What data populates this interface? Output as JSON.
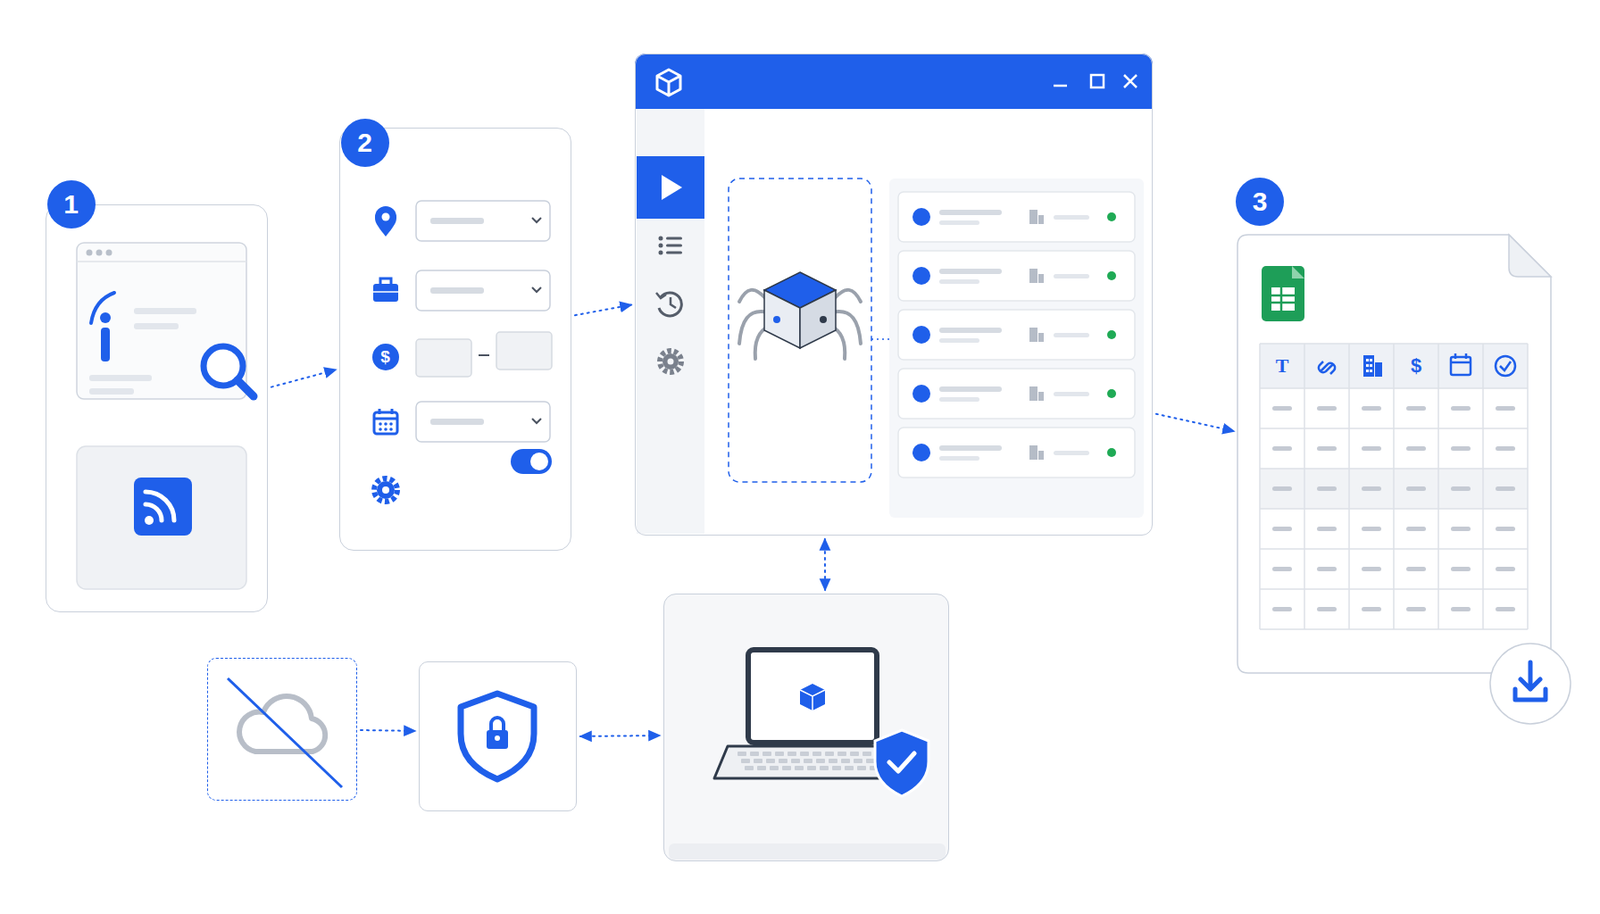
{
  "diagram": {
    "nodes": [
      {
        "text": [
          "1"
        ]
      },
      {
        "text": [
          "2",
          "$"
        ]
      },
      {
        "text": []
      },
      {
        "text": [
          "3",
          "T",
          "$"
        ]
      },
      {
        "text": []
      },
      {
        "text": []
      },
      {
        "text": []
      }
    ],
    "edges": [
      {
        "from": 0,
        "to": 1,
        "arrow": "to"
      },
      {
        "from": 1,
        "to": 2,
        "arrow": "to"
      },
      {
        "from": 2,
        "to": 3,
        "arrow": "to"
      },
      {
        "from": 2,
        "to": 6,
        "arrow": "both"
      },
      {
        "from": 4,
        "to": 5,
        "arrow": "to"
      },
      {
        "from": 5,
        "to": 6,
        "arrow": "both"
      }
    ]
  }
}
